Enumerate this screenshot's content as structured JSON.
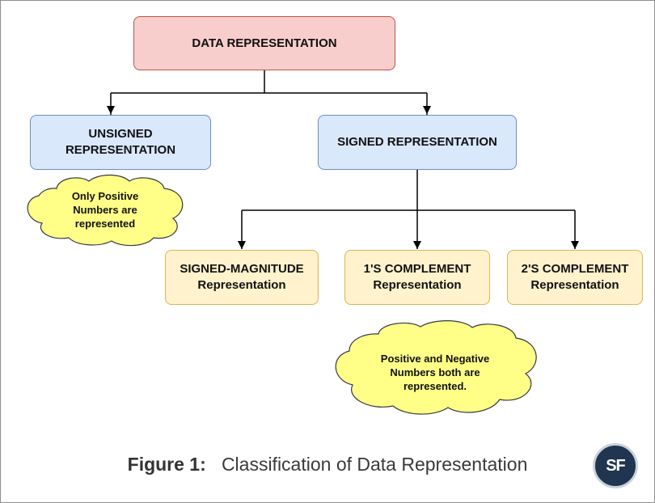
{
  "diagram": {
    "root": {
      "label": "DATA REPRESENTATION"
    },
    "unsigned": {
      "line1": "UNSIGNED",
      "line2": "REPRESENTATION"
    },
    "signed": {
      "label": "SIGNED REPRESENTATION"
    },
    "signed_magnitude": {
      "line1": "SIGNED-MAGNITUDE",
      "line2": "Representation"
    },
    "ones_complement": {
      "line1": "1'S COMPLEMENT",
      "line2": "Representation"
    },
    "twos_complement": {
      "line1": "2'S COMPLEMENT",
      "line2": "Representation"
    },
    "note_unsigned": {
      "line1": "Only Positive",
      "line2": "Numbers are",
      "line3": "represented"
    },
    "note_signed": {
      "line1": "Positive and Negative",
      "line2": "Numbers both are",
      "line3": "represented."
    }
  },
  "caption": {
    "prefix": "Figure 1:",
    "text": "Classification of Data Representation"
  },
  "logo": {
    "text": "SF"
  },
  "colors": {
    "root_fill": "#f8cecc",
    "root_border": "#b85450",
    "level1_fill": "#dae8fc",
    "level1_border": "#6c8ebf",
    "level2_fill": "#fff2cc",
    "level2_border": "#d6b656",
    "cloud_fill": "#ffff88",
    "cloud_border": "#36393d"
  }
}
